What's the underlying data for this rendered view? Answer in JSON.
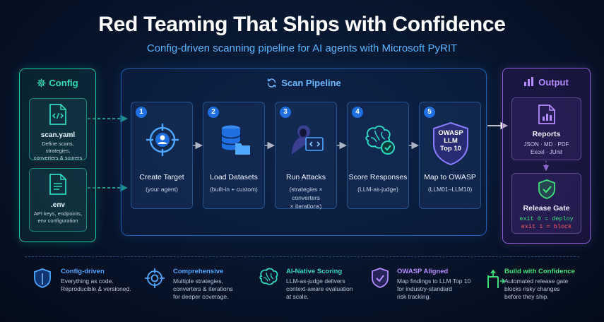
{
  "title": "Red Teaming That Ships with Confidence",
  "subtitle": "Config-driven scanning pipeline for AI agents with Microsoft PyRIT",
  "config": {
    "label": "Config",
    "files": [
      {
        "name": "scan.yaml",
        "desc": [
          "Define scans, strategies,",
          "converters & scorers"
        ],
        "icon": "code-file-icon"
      },
      {
        "name": ".env",
        "desc": [
          "API keys, endpoints,",
          "env configuration"
        ],
        "icon": "text-file-icon"
      }
    ]
  },
  "pipeline": {
    "label": "Scan Pipeline",
    "steps": [
      {
        "num": "1",
        "title": "Create Target",
        "sub": [
          "(your agent)"
        ],
        "icon": "target-user-icon"
      },
      {
        "num": "2",
        "title": "Load Datasets",
        "sub": [
          "(built-in + custom)"
        ],
        "icon": "database-folder-icon"
      },
      {
        "num": "3",
        "title": "Run Attacks",
        "sub": [
          "(strategies × converters",
          "× iterations)"
        ],
        "icon": "hacker-code-icon"
      },
      {
        "num": "4",
        "title": "Score Responses",
        "sub": [
          "(LLM-as-judge)"
        ],
        "icon": "brain-check-icon"
      },
      {
        "num": "5",
        "title": "Map to OWASP",
        "sub": [
          "(LLM01–LLM10)"
        ],
        "icon": "owasp-shield-icon",
        "badge": [
          "OWASP",
          "LLM",
          "Top 10"
        ]
      }
    ]
  },
  "output": {
    "label": "Output",
    "reports": {
      "title": "Reports",
      "lines": [
        "JSON · MD · PDF",
        "Excel · JUnit"
      ]
    },
    "gate": {
      "title": "Release Gate",
      "pass": "exit 0 = deploy",
      "fail": "exit 1 = block"
    }
  },
  "features": [
    {
      "title": "Config-driven",
      "desc": [
        "Everything as code.",
        "Reproducible & versioned."
      ],
      "color": "#4ea8ff",
      "icon": "shield-icon"
    },
    {
      "title": "Comprehensive",
      "desc": [
        "Multiple strategies,",
        "converters & iterations",
        "for deeper coverage."
      ],
      "color": "#4ea8ff",
      "icon": "crosshair-icon"
    },
    {
      "title": "AI-Native Scoring",
      "desc": [
        "LLM-as-judge delivers",
        "context-aware evaluation",
        "at scale."
      ],
      "color": "#2fd6c0",
      "icon": "brain-icon"
    },
    {
      "title": "OWASP Aligned",
      "desc": [
        "Map findings to LLM Top 10",
        "for industry-standard",
        "risk tracking."
      ],
      "color": "#b58cff",
      "icon": "shield-check-icon"
    },
    {
      "title": "Build with Confidence",
      "desc": [
        "Automated release gate",
        "blocks risky changes",
        "before they ship."
      ],
      "color": "#3fe07a",
      "icon": "gate-arrow-icon"
    }
  ],
  "colors": {
    "teal": "#1fc6a6",
    "blue": "#1f6fe0",
    "purple": "#8a5cd6",
    "green": "#3fe07a",
    "red": "#ff5a5a"
  }
}
